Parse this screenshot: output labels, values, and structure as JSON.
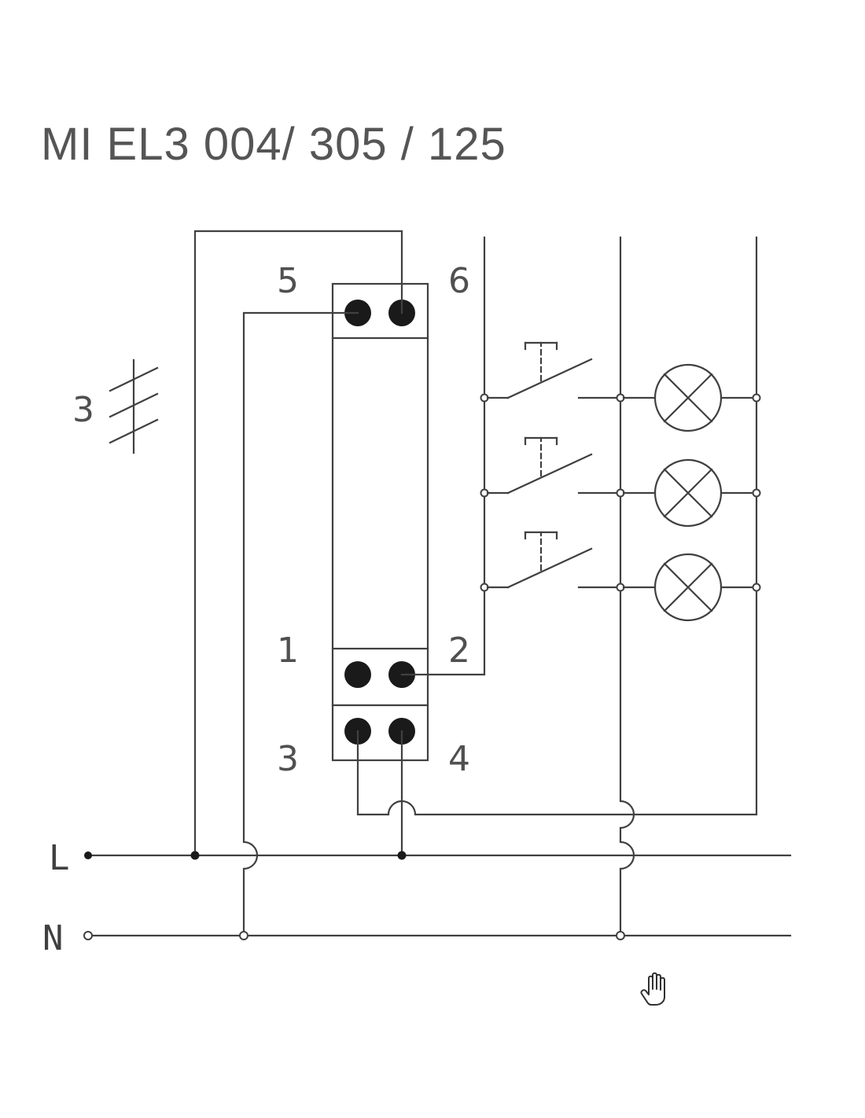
{
  "title": "MI EL3 004/ 305 / 125",
  "terminals": [
    "5",
    "6",
    "1",
    "2",
    "3",
    "4"
  ],
  "conductor_count": "3",
  "rails": {
    "line": "L",
    "neutral": "N"
  },
  "icons": [
    "pushbutton-icon",
    "lamp-icon",
    "hand-cursor-icon"
  ]
}
